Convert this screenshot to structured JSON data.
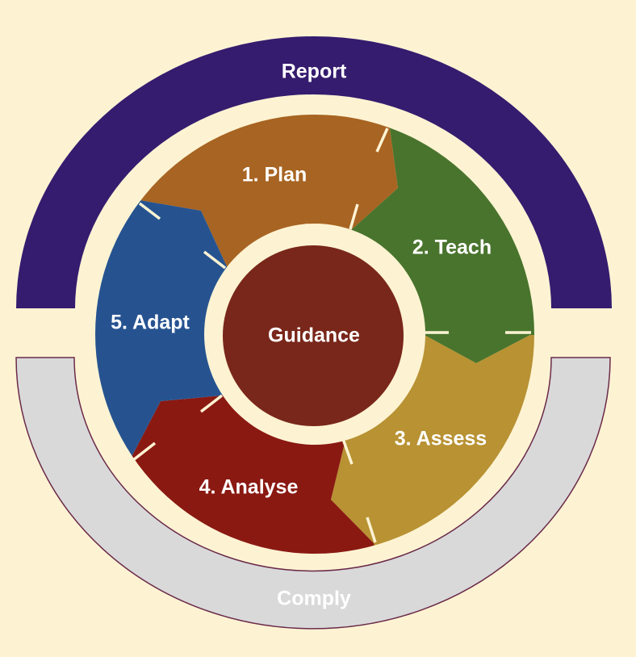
{
  "outer_arcs": {
    "top": {
      "label": "Report",
      "color": "#351c6e"
    },
    "bottom": {
      "label": "Comply",
      "color": "#d9d9d9",
      "outline": "#6b2a4a"
    }
  },
  "center": {
    "label": "Guidance",
    "color": "#79271a"
  },
  "cycle": [
    {
      "label": "1. Plan",
      "color": "#a86422"
    },
    {
      "label": "2. Teach",
      "color": "#49742d"
    },
    {
      "label": "3. Assess",
      "color": "#b89233"
    },
    {
      "label": "4. Analyse",
      "color": "#8a1912"
    },
    {
      "label": "5. Adapt",
      "color": "#265390"
    }
  ],
  "colors": {
    "background": "#fdf3d3",
    "separator": "#fdf3d3"
  }
}
